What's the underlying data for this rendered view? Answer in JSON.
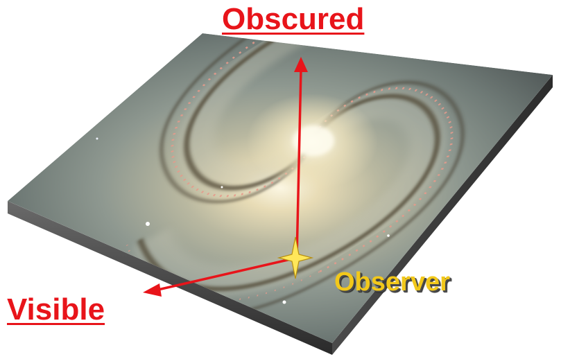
{
  "labels": {
    "obscured": "Obscured",
    "visible": "Visible",
    "observer": "Observer"
  },
  "colors": {
    "axis_arrow": "#e8141a",
    "label_red": "#e8141a",
    "observer_label": "#f2c81a",
    "observer_star": "#ffe75a",
    "galaxy_core": "#f3ecd2",
    "galaxy_arm": "#9aa39a",
    "dust_lane": "#4e4433",
    "star_forming": "#e59a8c",
    "slab_edge": "#3e3e3e"
  },
  "icons": {
    "observer_marker": "four-point-star-icon",
    "image": "spiral-galaxy-slab"
  }
}
